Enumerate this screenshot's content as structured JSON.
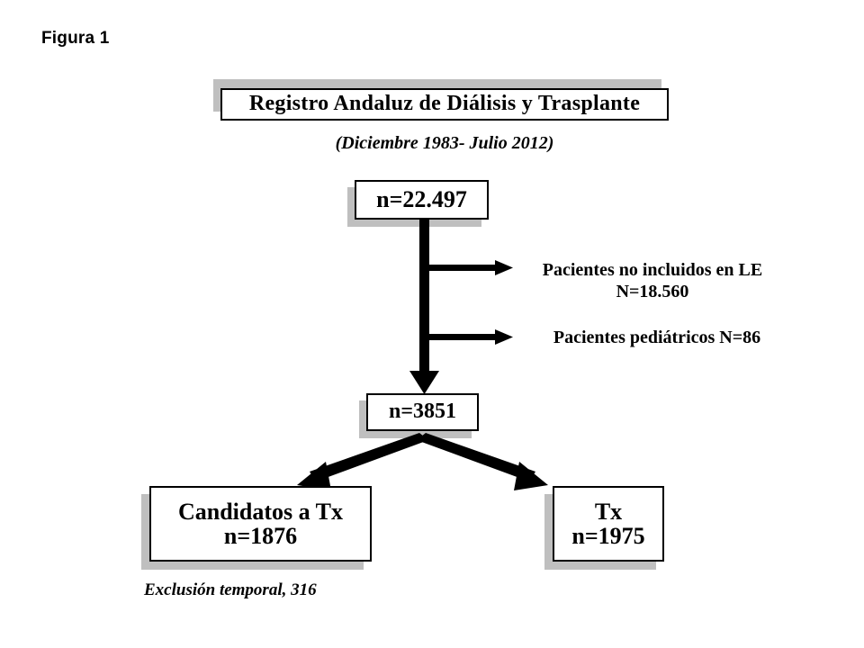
{
  "figure": {
    "label": "Figura 1"
  },
  "diagram": {
    "type": "flowchart",
    "title_box": {
      "text": "Registro Andaluz de Diálisis y Trasplante"
    },
    "subtitle": "(Diciembre 1983- Julio 2012)",
    "nodes": {
      "total": {
        "line1": "n=22.497"
      },
      "eligible": {
        "line1": "n=3851"
      },
      "candidates": {
        "line1": "Candidatos a Tx",
        "line2": "n=1876"
      },
      "transplanted": {
        "line1": "Tx",
        "line2": "n=1975"
      }
    },
    "exclusions": {
      "not_included": {
        "line1": "Pacientes no incluidos en LE",
        "line2": "N=18.560"
      },
      "pediatric": {
        "line1": "Pacientes pediátricos N=86"
      }
    },
    "footnote": "Exclusión temporal, 316",
    "colors": {
      "background": "#ffffff",
      "stroke": "#000000",
      "box_fill": "#ffffff",
      "shadow": "#bfbfbf"
    }
  }
}
